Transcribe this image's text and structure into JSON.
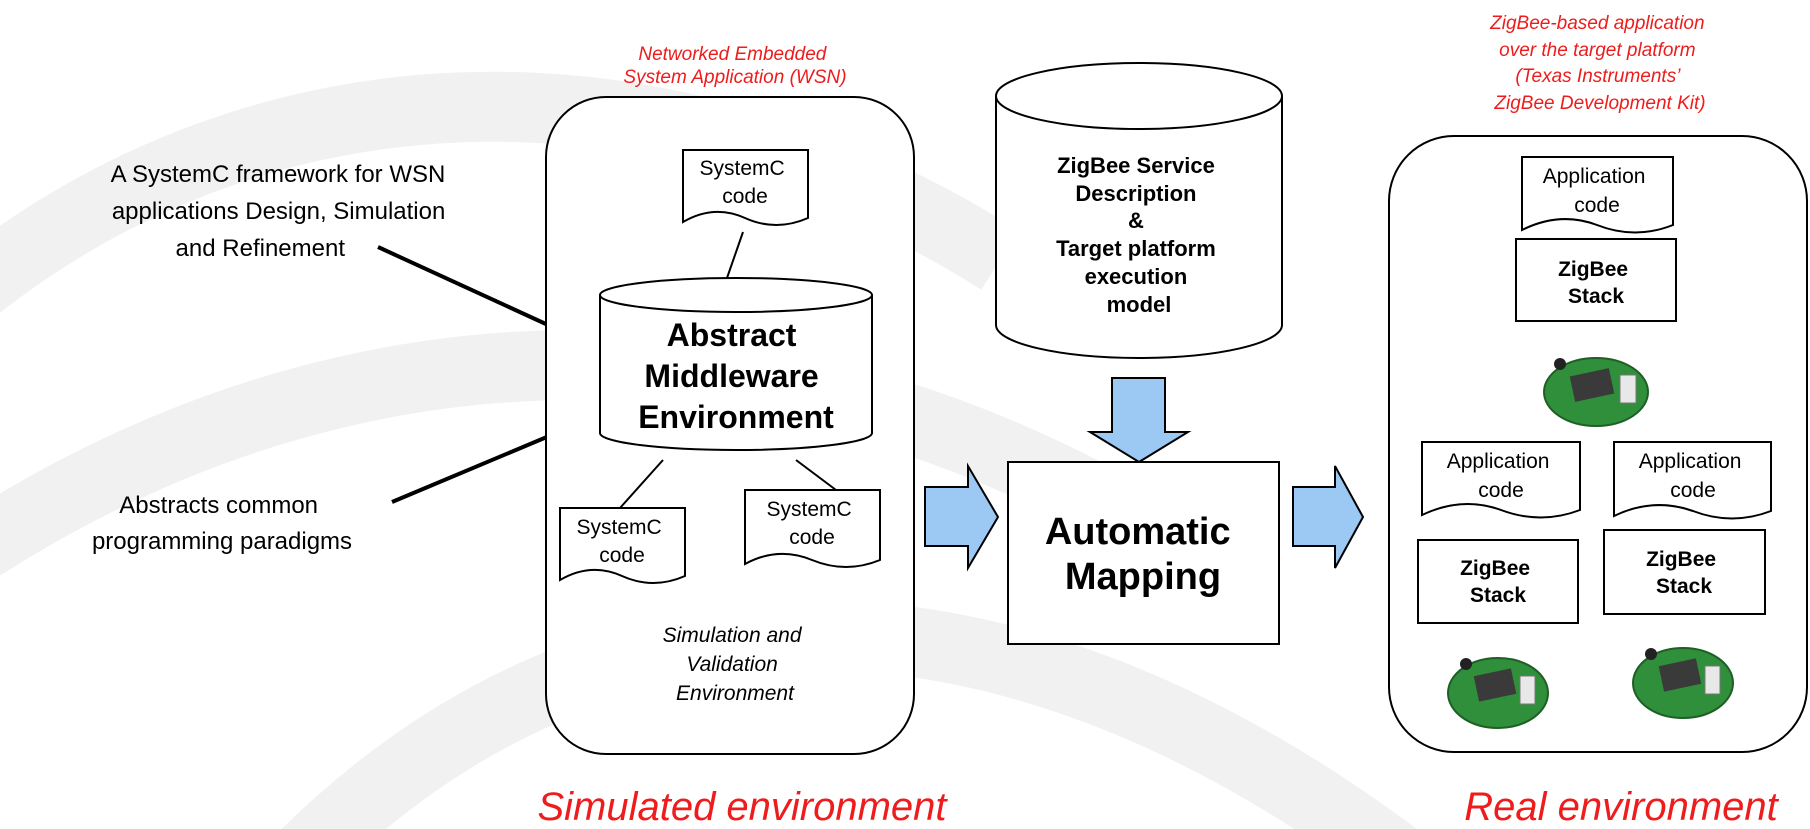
{
  "annotations": {
    "framework_lines": [
      "A SystemC framework for WSN",
      "applications Design, Simulation",
      "and Refinement"
    ],
    "paradigms_lines": [
      "Abstracts common",
      "programming paradigms"
    ]
  },
  "simulated": {
    "caption_lines": [
      "Networked Embedded",
      "System Application (WSN)"
    ],
    "middleware_lines": [
      "Abstract",
      "Middleware",
      "Environment"
    ],
    "code_top_lines": [
      "SystemC",
      "code"
    ],
    "code_left_lines": [
      "SystemC",
      "code"
    ],
    "code_right_lines": [
      "SystemC",
      "code"
    ],
    "validation_lines": [
      "Simulation and",
      "Validation",
      "Environment"
    ],
    "footer": "Simulated environment"
  },
  "zigbee_db": {
    "lines": [
      "ZigBee Service",
      "Description",
      "&",
      "Target platform",
      "execution",
      "model"
    ]
  },
  "mapping": {
    "lines": [
      "Automatic",
      "Mapping"
    ]
  },
  "real": {
    "caption_lines": [
      "ZigBee-based application",
      "over the target platform",
      "(Texas Instruments’",
      "ZigBee Development Kit)"
    ],
    "app_top_lines": [
      "Application",
      "code"
    ],
    "stack_top_lines": [
      "ZigBee",
      "Stack"
    ],
    "app_left_lines": [
      "Application",
      "code"
    ],
    "stack_left_lines": [
      "ZigBee",
      "Stack"
    ],
    "app_right_lines": [
      "Application",
      "code"
    ],
    "stack_right_lines": [
      "ZigBee",
      "Stack"
    ],
    "footer": "Real environment"
  },
  "colors": {
    "caption_red": "#ee1c1c",
    "arrow_fill": "#9cc8f4",
    "board_green": "#2f8f3a",
    "watermark": "#f0f0f0"
  }
}
